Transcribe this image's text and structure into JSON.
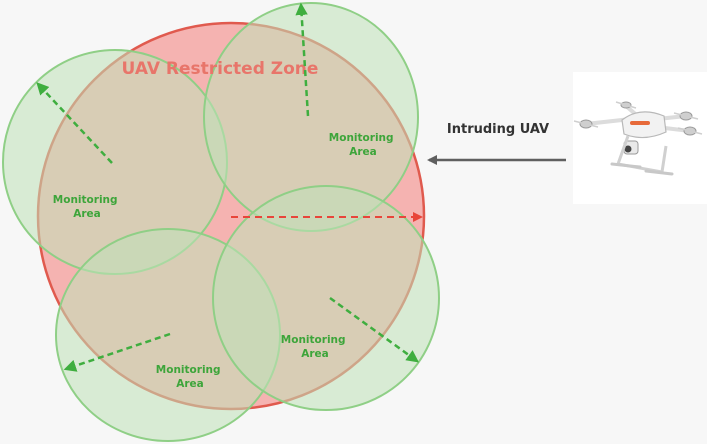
{
  "diagram": {
    "zone_title": "UAV Restricted Zone",
    "intruder_label": "Intruding UAV",
    "monitoring_areas": [
      {
        "line1": "Monitoring",
        "line2": "Area"
      },
      {
        "line1": "Monitoring",
        "line2": "Area"
      },
      {
        "line1": "Monitoring",
        "line2": "Area"
      },
      {
        "line1": "Monitoring",
        "line2": "Area"
      }
    ],
    "drone_icon": "quadcopter-drone-icon",
    "colors": {
      "background": "#f7f7f7",
      "restricted_fill": "#f5a7a4",
      "restricted_stroke": "#e05a4e",
      "restricted_title": "#e8756a",
      "monitor_fill": "#bfe2b8",
      "monitor_stroke": "#8fcf86",
      "monitor_text": "#3da53a",
      "monitor_arrow": "#3fae3f",
      "intrusion_arrow": "#e8453a",
      "incoming_arrow": "#5f5f5f",
      "intruder_text": "#333333"
    }
  }
}
